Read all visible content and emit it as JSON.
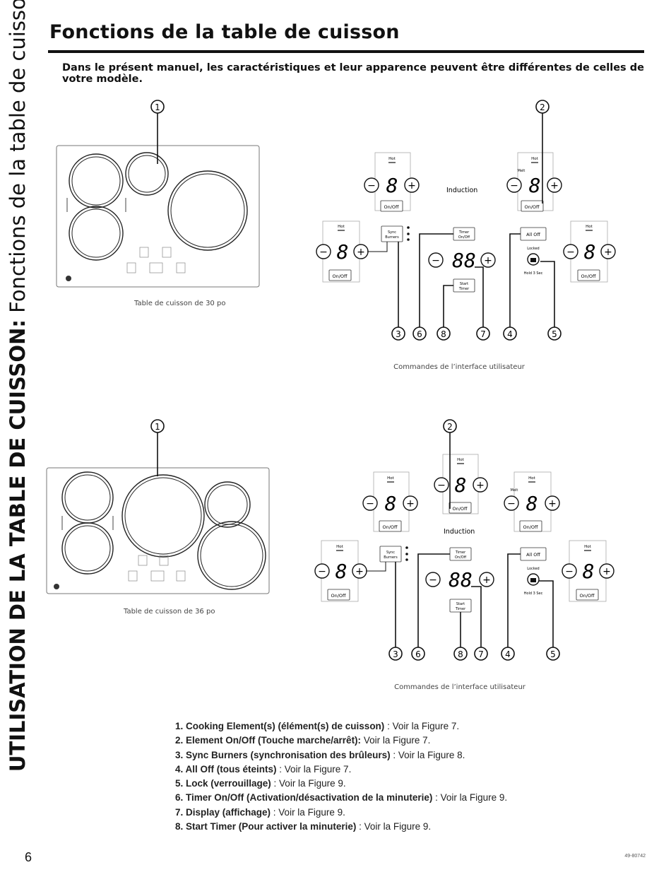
{
  "sidebar": {
    "bold_part": "UTILISATION DE LA TABLE DE CUISSON:",
    "light_part": " Fonctions de la table de cuisson"
  },
  "header": {
    "title": "Fonctions de la table de cuisson",
    "subtitle": "Dans le présent manuel, les caractéristiques et leur apparence peuvent être différentes de celles de votre modèle."
  },
  "figures": {
    "cooktop30_caption": "Table de cuisson de 30 po",
    "cooktop36_caption": "Table de cuisson de 36 po",
    "controls_caption": "Commandes de l’interface utilisateur",
    "callouts": [
      "1",
      "2",
      "3",
      "4",
      "5",
      "6",
      "7",
      "8"
    ],
    "labels": {
      "hot": "Hot",
      "on_off": "On/Off",
      "induction": "Induction",
      "melt": "Melt",
      "sync": "Sync",
      "burners": "Burners",
      "timer": "Timer",
      "timer_on_off": "On/Off",
      "start": "Start",
      "start_timer": "Timer",
      "all_off": "All Off",
      "locked": "Locked",
      "hold_3_sec": "Hold 3 Sec",
      "digit": "8",
      "digits": "88"
    }
  },
  "list": [
    {
      "bold": "1. Cooking Element(s) (élément(s) de cuisson)",
      "rest": " : Voir la Figure 7."
    },
    {
      "bold": "2. Element On/Off (Touche marche/arrêt):",
      "rest": " Voir la Figure 7."
    },
    {
      "bold": "3. Sync Burners (synchronisation des brûleurs)",
      "rest": " : Voir la Figure 8."
    },
    {
      "bold": "4. All Off (tous éteints)",
      "rest": " : Voir la Figure 7."
    },
    {
      "bold": "5. Lock (verrouillage)",
      "rest": " : Voir la Figure 9."
    },
    {
      "bold": "6. Timer On/Off (Activation/désactivation de la minuterie)",
      "rest": " : Voir la Figure 9."
    },
    {
      "bold": "7. Display (affichage)",
      "rest": " : Voir la Figure 9."
    },
    {
      "bold": "8. Start Timer (Pour activer la minuterie)",
      "rest": " : Voir la Figure 9."
    }
  ],
  "footer": {
    "page_number": "6",
    "doc_code": "49-80742"
  }
}
